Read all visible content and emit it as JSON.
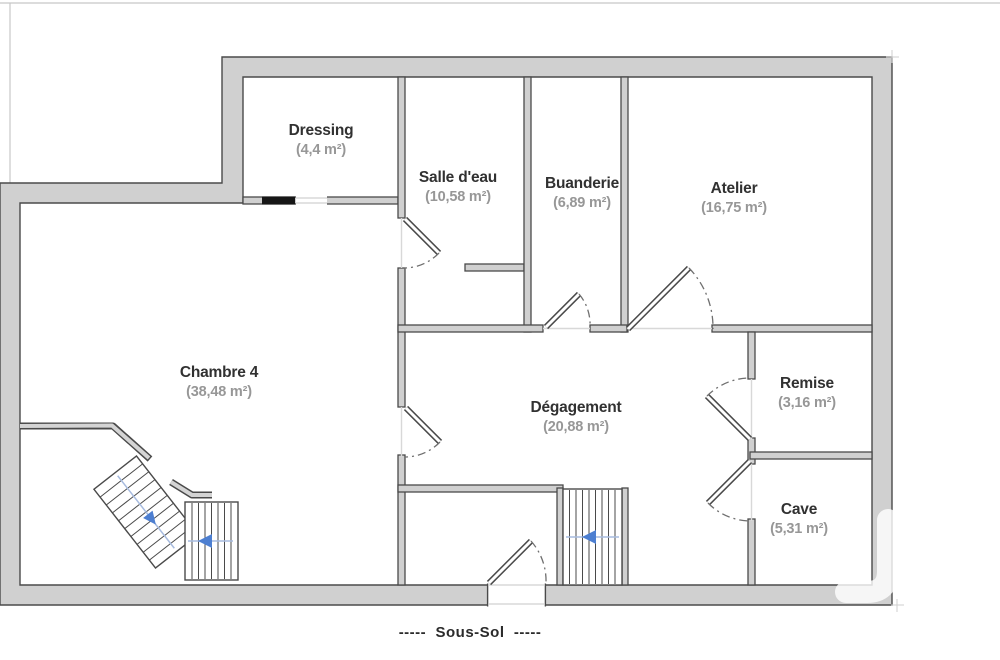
{
  "plan": {
    "floor_label": "-----  Sous-Sol  -----",
    "rooms": [
      {
        "name": "Dressing",
        "area": "(4,4 m²)"
      },
      {
        "name": "Salle d'eau",
        "area": "(10,58 m²)"
      },
      {
        "name": "Buanderie",
        "area": "(6,89 m²)"
      },
      {
        "name": "Atelier",
        "area": "(16,75 m²)"
      },
      {
        "name": "Chambre 4",
        "area": "(38,48 m²)"
      },
      {
        "name": "Dégagement",
        "area": "(20,88 m²)"
      },
      {
        "name": "Remise",
        "area": "(3,16 m²)"
      },
      {
        "name": "Cave",
        "area": "(5,31 m²)"
      }
    ],
    "colors": {
      "wall_fill": "#d0d0d0",
      "wall_line": "#4a4a4a",
      "room_name_text": "#313131",
      "room_area_text": "#979797",
      "stair_arrow": "#4d7fd1",
      "background": "#ffffff"
    }
  }
}
